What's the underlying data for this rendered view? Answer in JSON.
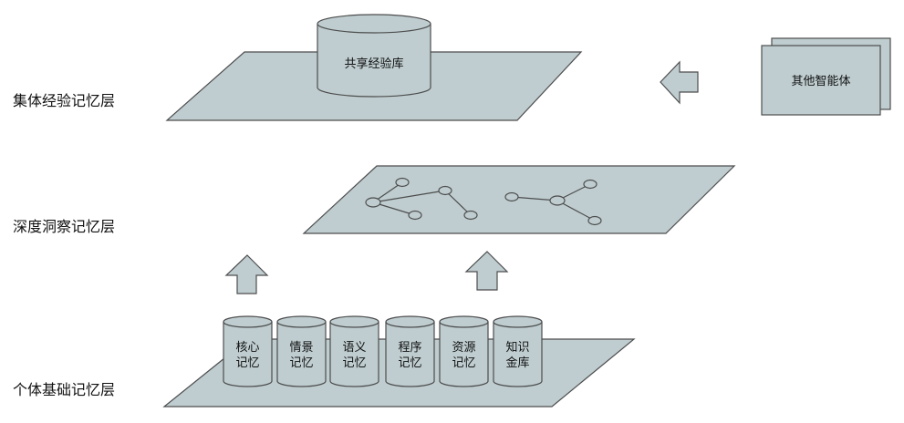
{
  "colors": {
    "fill": "#bfcdd0",
    "stroke": "#4d4d4d",
    "text": "#111111",
    "background": "#ffffff"
  },
  "layers": [
    {
      "label": "集体经验记忆层"
    },
    {
      "label": "深度洞察记忆层"
    },
    {
      "label": "个体基础记忆层"
    }
  ],
  "shared_store": {
    "label": "共享经验库"
  },
  "other_agents": {
    "label": "其他智能体"
  },
  "memory_stores": [
    {
      "line1": "核心",
      "line2": "记忆"
    },
    {
      "line1": "情景",
      "line2": "记忆"
    },
    {
      "line1": "语义",
      "line2": "记忆"
    },
    {
      "line1": "程序",
      "line2": "记忆"
    },
    {
      "line1": "资源",
      "line2": "记忆"
    },
    {
      "line1": "知识",
      "line2": "金库"
    }
  ]
}
